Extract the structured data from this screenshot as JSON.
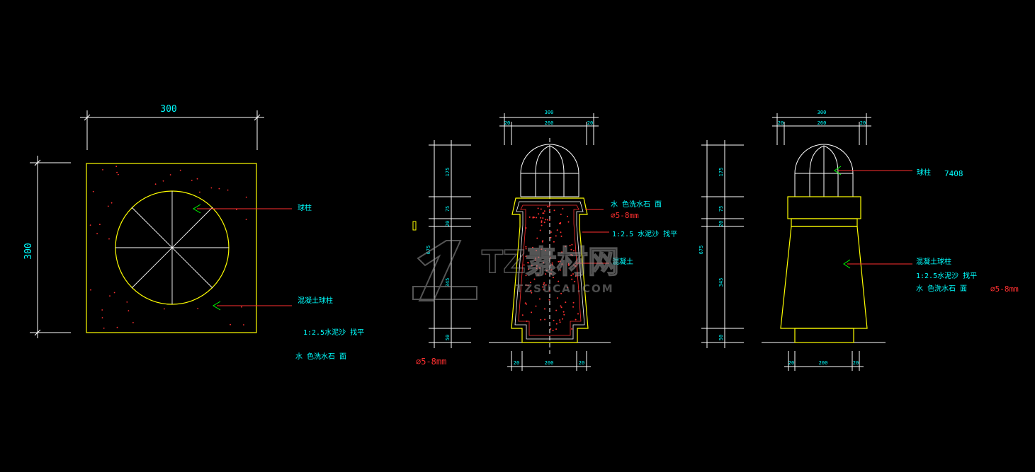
{
  "colors": {
    "background": "#000000",
    "dimension": "#ffffff",
    "outline": "#ffff00",
    "text": "#00ffff",
    "leader": "#ff3030",
    "arrow": "#00ff00",
    "watermark": "#8a8a8a"
  },
  "plan": {
    "width_dim": "300",
    "height_dim": "300",
    "label_top": "球柱",
    "label_body": "混凝土球柱",
    "label_mortar": "1:2.5水泥沙 找平",
    "label_finish": "水 色洗水石 面"
  },
  "section": {
    "top_total": "300",
    "top_left": "20",
    "top_mid": "260",
    "top_right": "20",
    "v_total": "675",
    "v_dims": [
      "175",
      "75",
      "20",
      "345",
      "50"
    ],
    "bottom_left": "20",
    "bottom_mid": "200",
    "bottom_right": "20",
    "label_finish": "水 色洗水石 面",
    "label_dia": "⌀5-8mm",
    "label_mortar": "1:2.5 水泥沙 找平",
    "label_concrete": "混凝土",
    "label_dia_bottom": "⌀5-8mm"
  },
  "elevation": {
    "top_total": "300",
    "top_left": "20",
    "top_mid": "260",
    "top_right": "20",
    "v_total": "675",
    "v_dims": [
      "175",
      "75",
      "20",
      "345",
      "50"
    ],
    "bottom_left": "20",
    "bottom_mid": "200",
    "bottom_right": "20",
    "label_top": "球柱",
    "label_code": "7408",
    "label_body": "混凝土球柱",
    "label_mortar": "1:2.5水泥沙 找平",
    "label_finish": "水 色洗水石 面",
    "label_dia": "⌀5-8mm"
  },
  "watermark": {
    "brand": "TZ素材网",
    "url": "TZSUCAI.COM"
  }
}
